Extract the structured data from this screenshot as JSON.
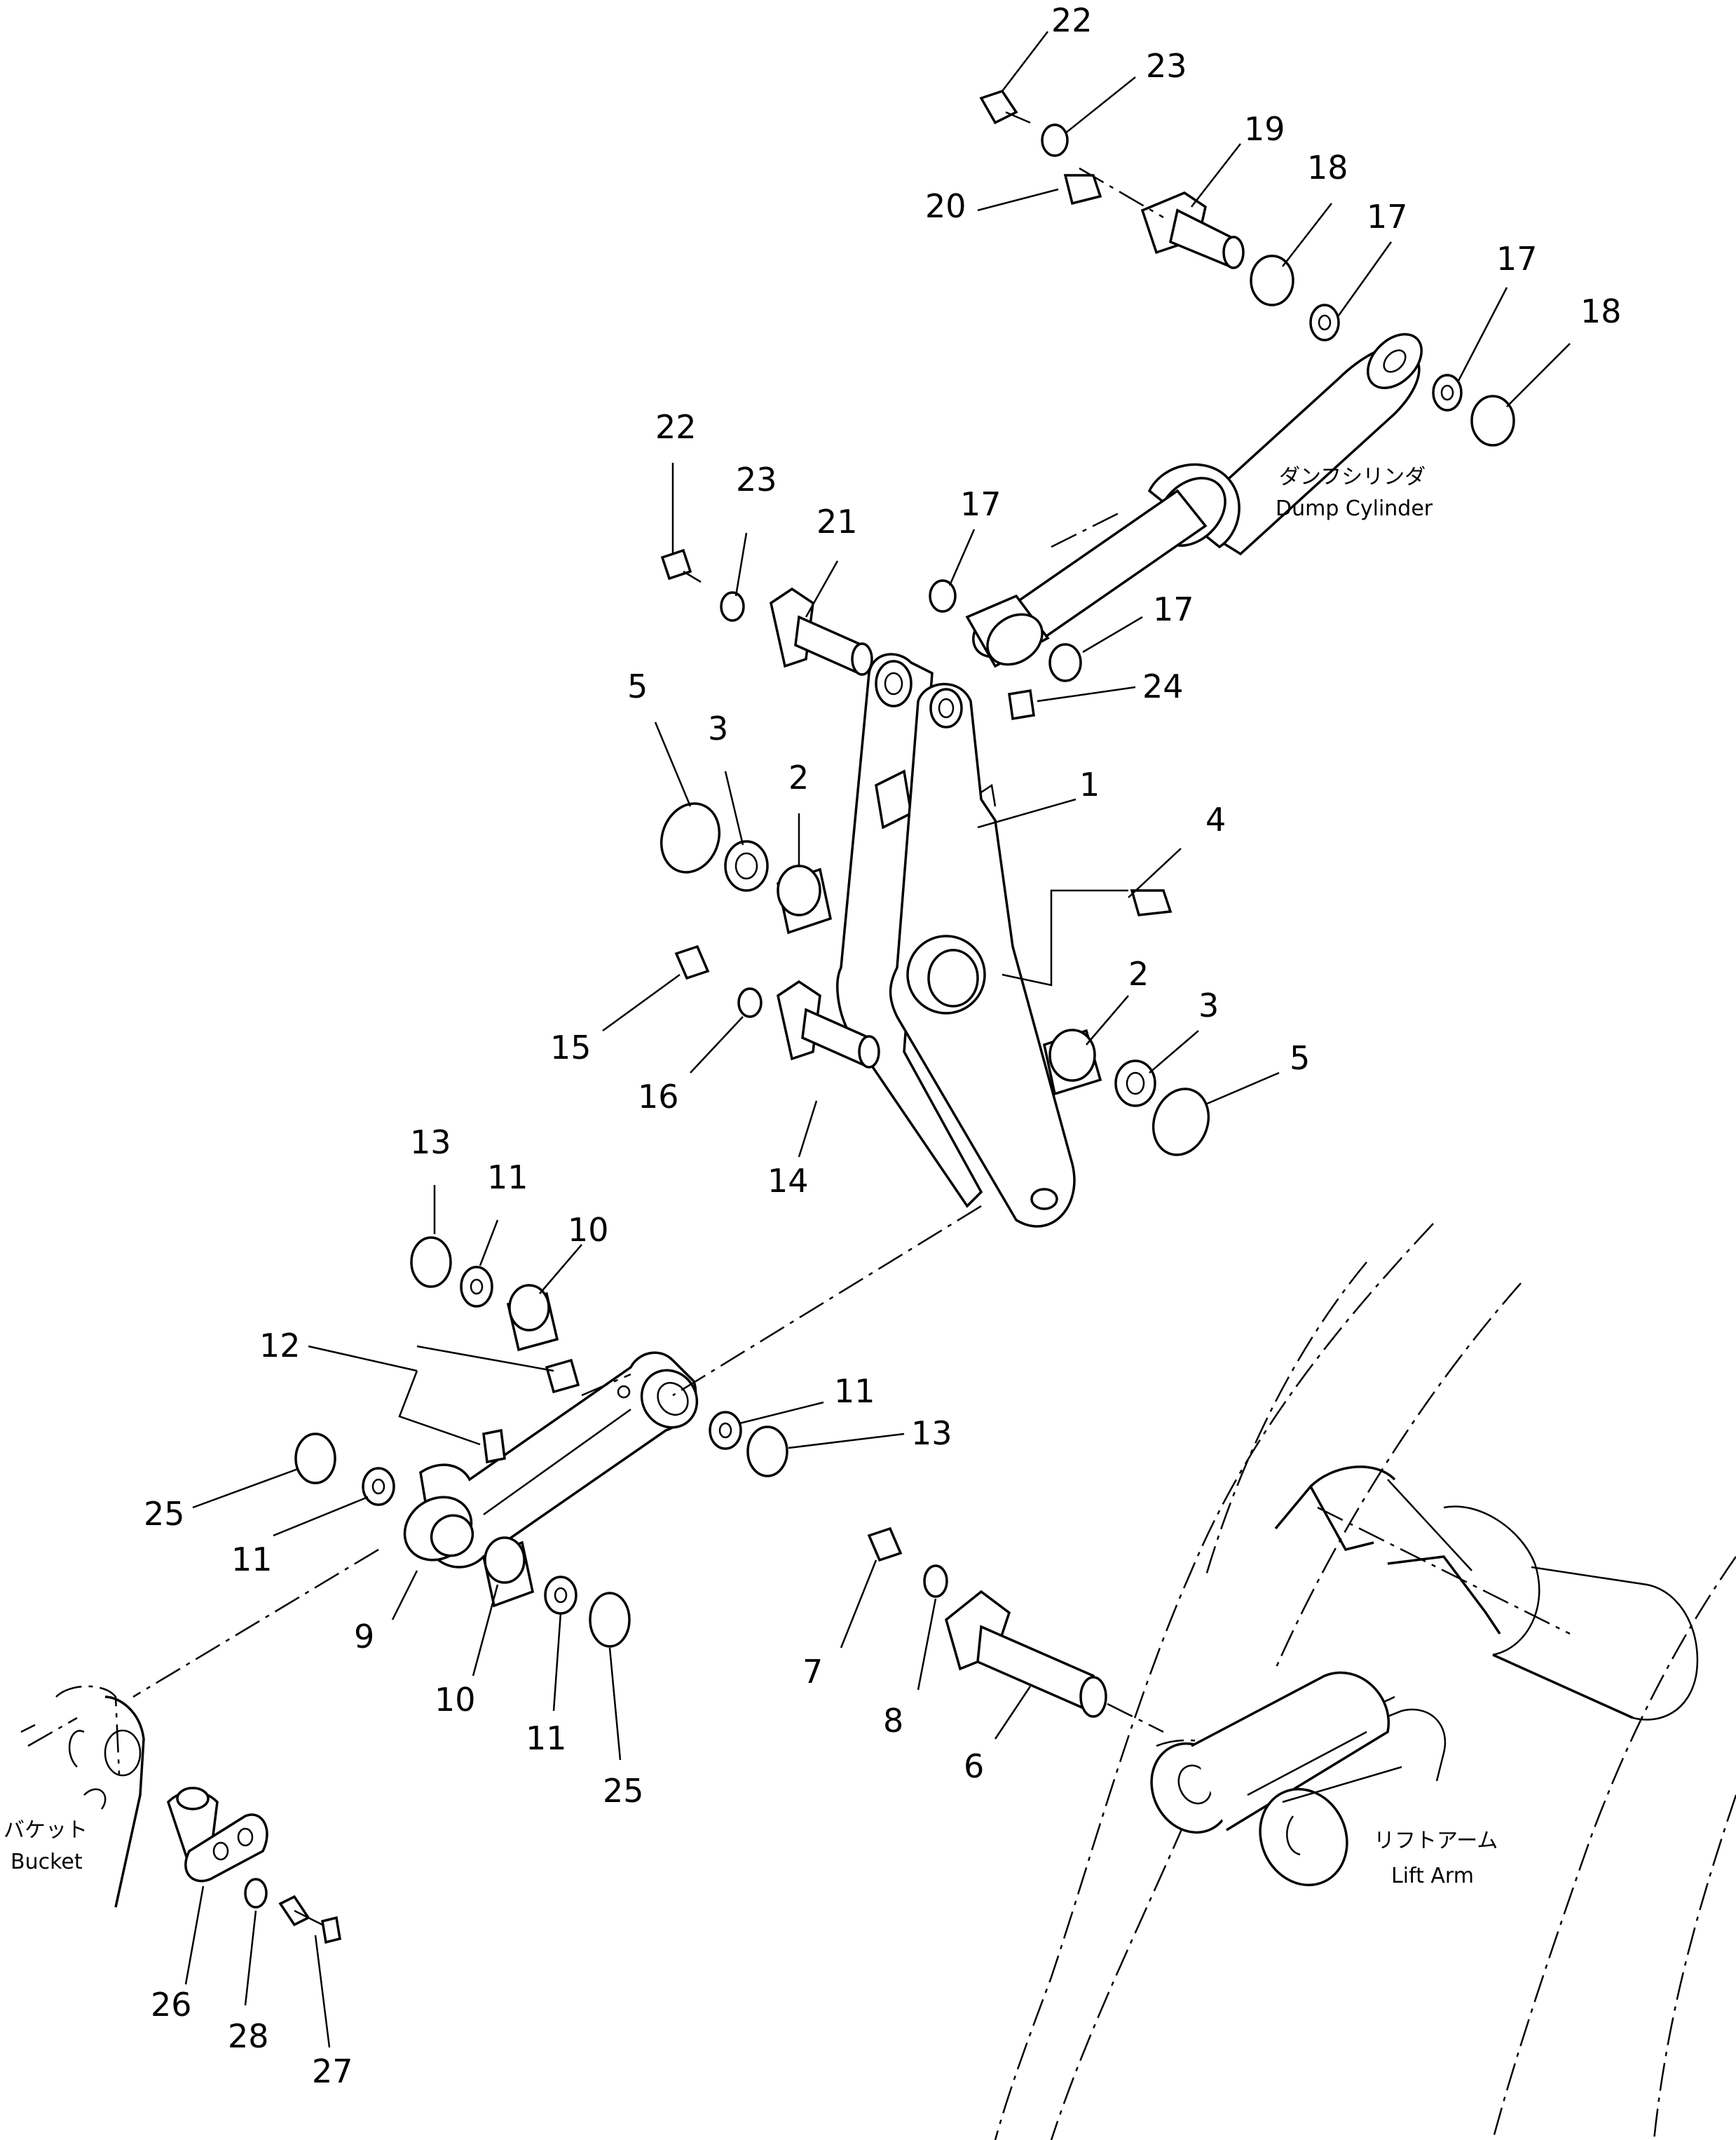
{
  "callouts": {
    "c1": "1",
    "c2a": "2",
    "c2b": "2",
    "c3a": "3",
    "c3b": "3",
    "c4": "4",
    "c5a": "5",
    "c5b": "5",
    "c6": "6",
    "c7": "7",
    "c8": "8",
    "c9": "9",
    "c10a": "10",
    "c10b": "10",
    "c11a": "11",
    "c11b": "11",
    "c11c": "11",
    "c11d": "11",
    "c12": "12",
    "c13a": "13",
    "c13b": "13",
    "c14": "14",
    "c15": "15",
    "c16": "16",
    "c17a": "17",
    "c17b": "17",
    "c17c": "17",
    "c17d": "17",
    "c18a": "18",
    "c18b": "18",
    "c19": "19",
    "c20": "20",
    "c21": "21",
    "c22a": "22",
    "c22b": "22",
    "c23a": "23",
    "c23b": "23",
    "c24": "24",
    "c25a": "25",
    "c25b": "25",
    "c26": "26",
    "c27": "27",
    "c28": "28"
  },
  "labels": {
    "dump_cylinder_jp": "ダンフシリンダ",
    "dump_cylinder_en": "Dump Cylinder",
    "lift_arm_jp": "リフトアーム",
    "lift_arm_en": "Lift Arm",
    "bucket_jp": "バケット",
    "bucket_en": "Bucket"
  }
}
